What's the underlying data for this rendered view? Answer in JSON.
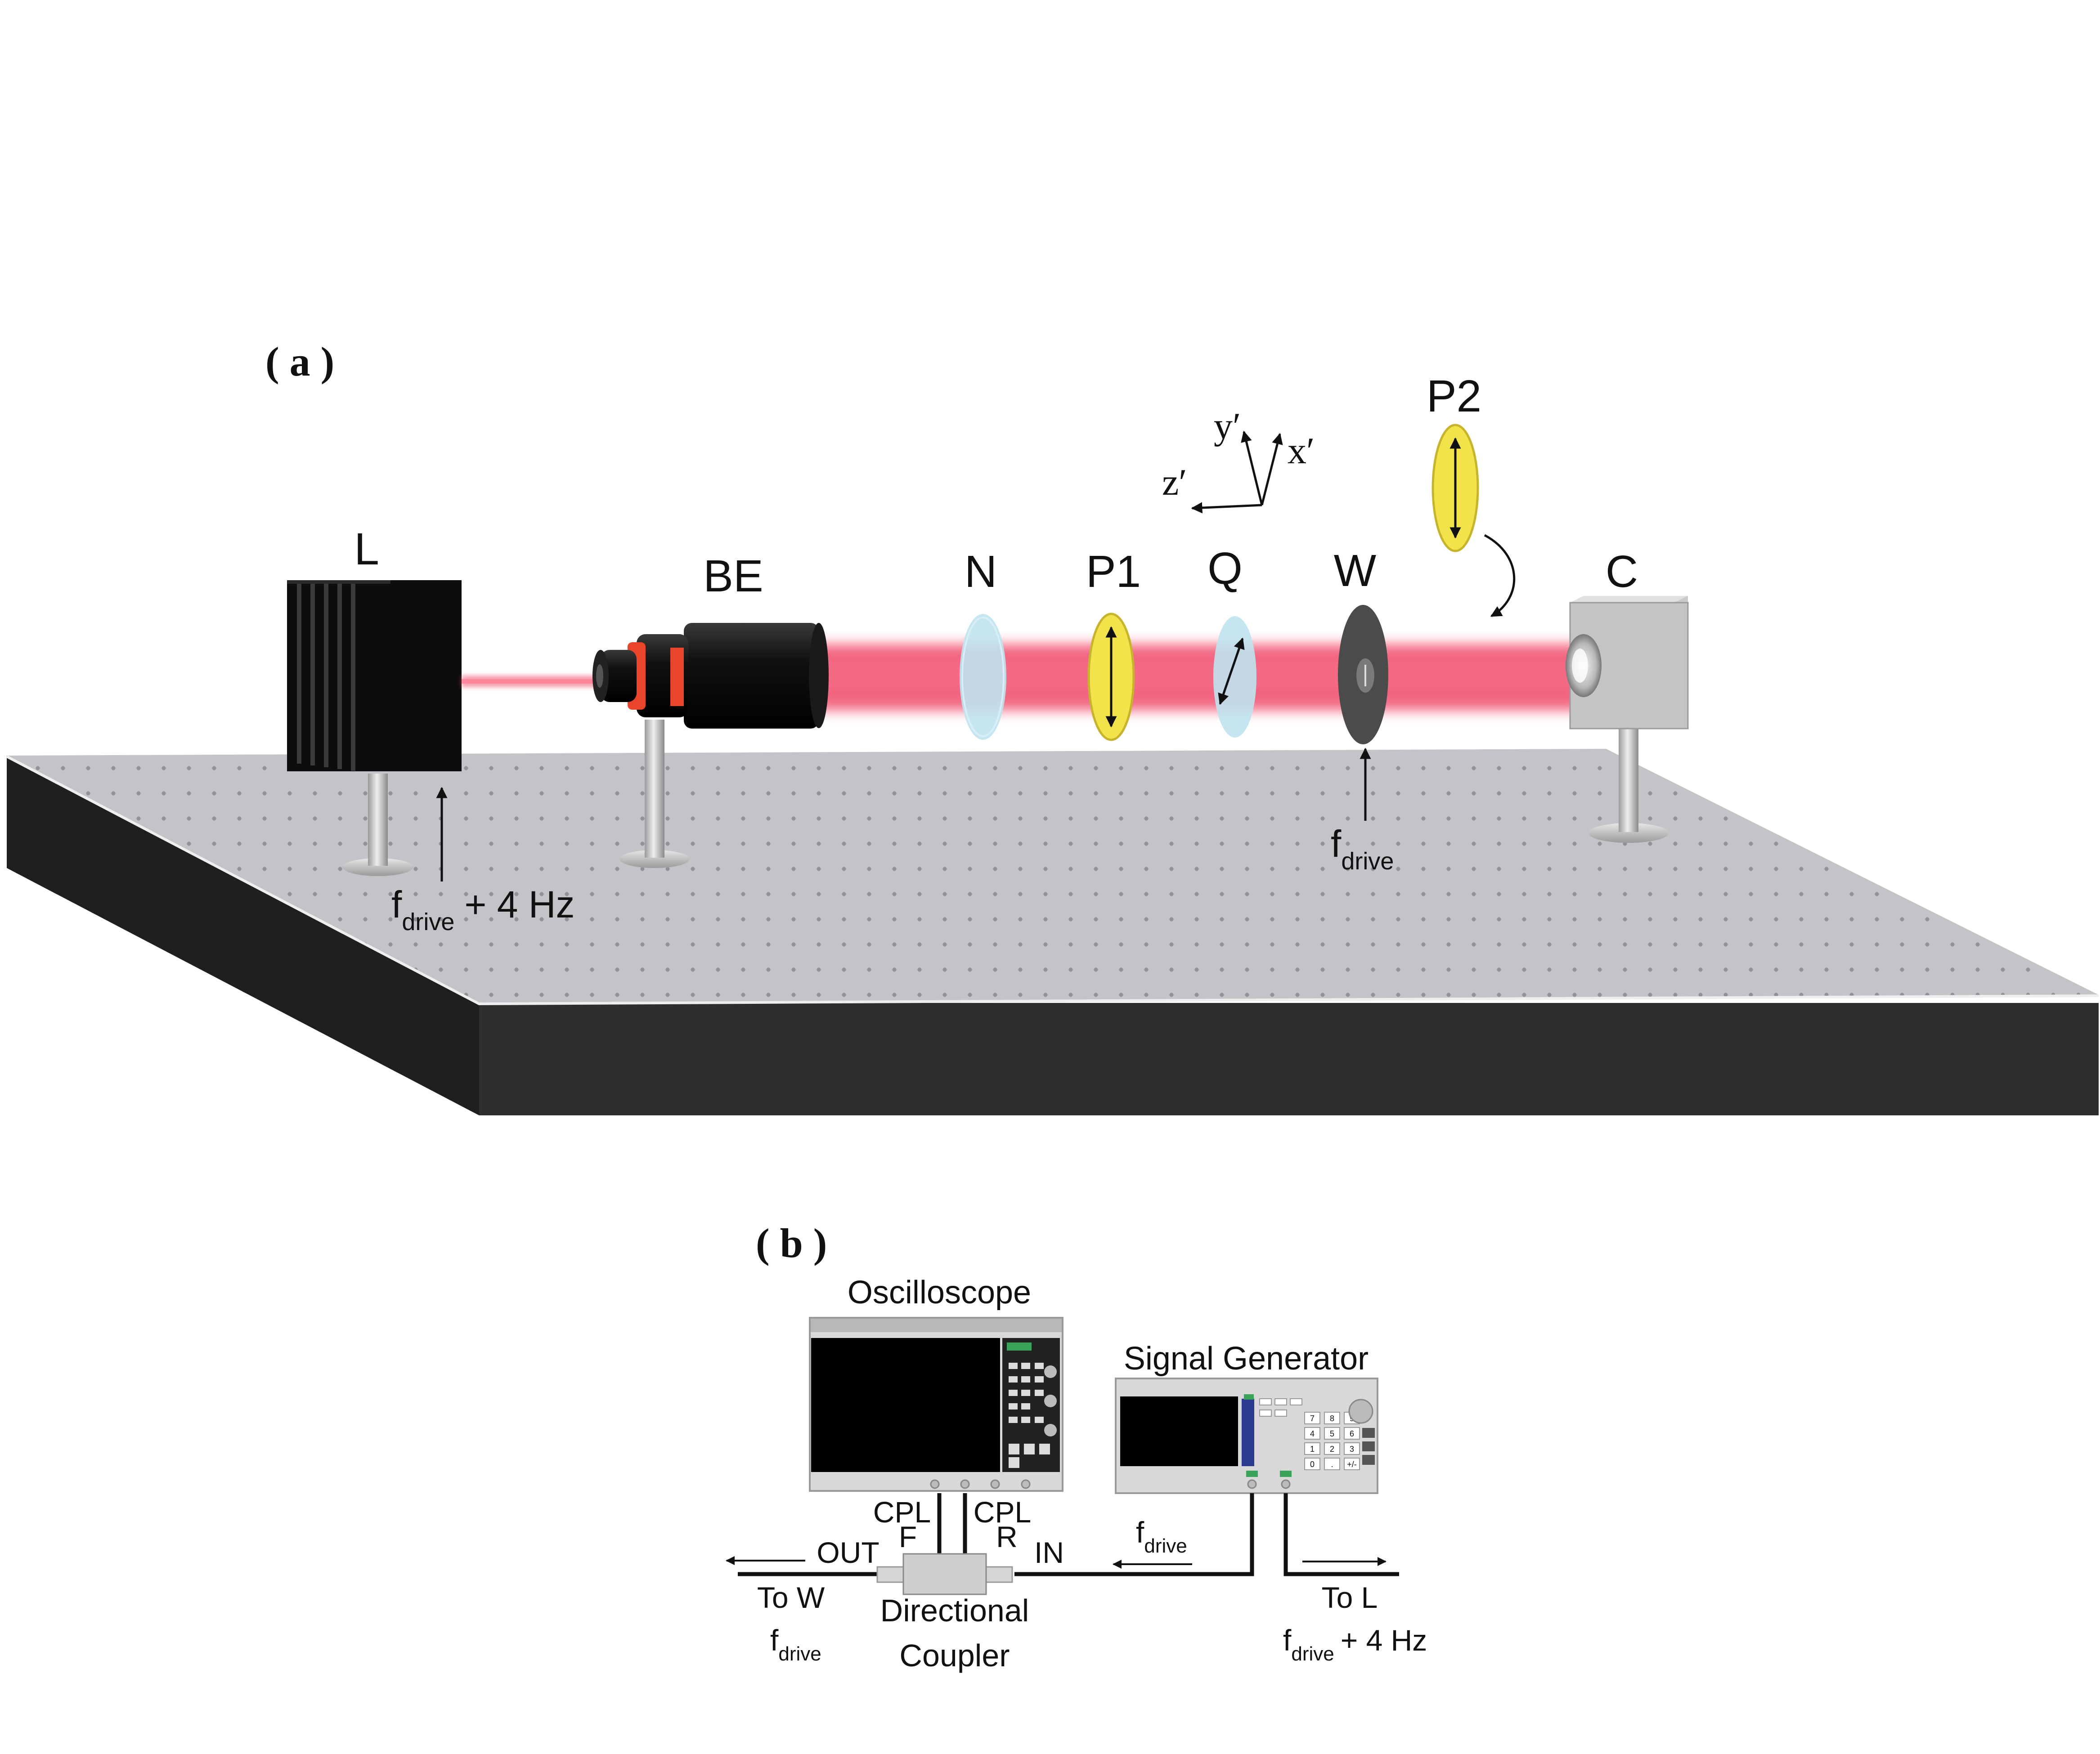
{
  "colors": {
    "table_top": "#c2c4c8",
    "table_side": "#2c2c2c",
    "beam": "#ef4b6a",
    "polarizer": "#f2e34a",
    "waveplate": "#bfe3ee",
    "camera": "#c9c9c9"
  },
  "panel_a": {
    "label": "( a )",
    "components": {
      "laser": "L",
      "beam_expander": "BE",
      "nd_filter": "N",
      "polarizer1": "P1",
      "quarter_wave": "Q",
      "wheel": "W",
      "polarizer2": "P2",
      "camera": "C"
    },
    "axes": {
      "y": "y′",
      "x": "x′",
      "z": "z′"
    },
    "laser_drive": {
      "main": "f",
      "sub": "drive",
      "suffix": "+ 4 Hz"
    },
    "wheel_drive": {
      "main": "f",
      "sub": "drive"
    },
    "icons": [
      "rotate-arrow-icon",
      "polarization-arrow-icon"
    ]
  },
  "panel_b": {
    "label": "( b )",
    "oscilloscope": "Oscilloscope",
    "signal_generator": "Signal Generator",
    "coupler": {
      "line1": "Directional",
      "line2": "Coupler"
    },
    "ports": {
      "cpl_f_1": "CPL",
      "cpl_f_2": "F",
      "cpl_r_1": "CPL",
      "cpl_r_2": "R",
      "out": "OUT",
      "in": "IN"
    },
    "to_w": "To W",
    "to_l": "To L",
    "fdrive_out": {
      "main": "f",
      "sub": "drive"
    },
    "fdrive_in": {
      "main": "f",
      "sub": "drive"
    },
    "fdrive_l": {
      "main": "f",
      "sub": "drive",
      "suffix": "+ 4 Hz"
    },
    "keypad": [
      "7",
      "8",
      "9",
      "4",
      "5",
      "6",
      "1",
      "2",
      "3",
      "0",
      ".",
      "+/-"
    ]
  }
}
